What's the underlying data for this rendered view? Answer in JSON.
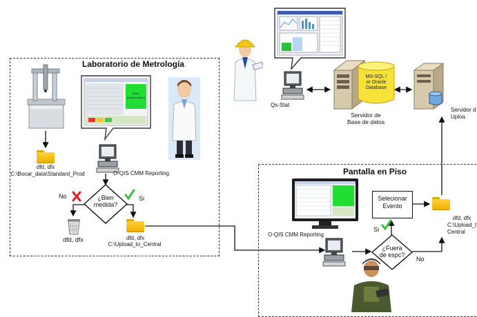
{
  "sections": {
    "lab_title": "Laboratorio de Metrología",
    "floor_title": "Pantalla en Piso"
  },
  "lab": {
    "cmm_files": "dfd, dfx",
    "cmm_path": "C:\\Bocar_data\\Standard_Prod",
    "reporting_label": "O-QIS CMM Reporting",
    "decision": "¿Bien\nmedida?",
    "no_label": "No",
    "yes_label": "Si",
    "reject_files": "dfd, dfx",
    "upload_files": "dfd, dfx",
    "upload_path": "C:\\Upload_to_Central",
    "screen_text": "Dato /\nDa'dos dato(s)"
  },
  "server": {
    "qsstat_label": "Qs-Stat",
    "db_label": "MS-SQL /\nor Oracle\nDatabase",
    "db_server_label": "Servidor de\nBase de datos",
    "upload_server_label": "Servidor d\nUploa"
  },
  "floor": {
    "reporting_label": "O-QIS CMM Reporting",
    "select_event": "Selecionar\nEvento",
    "decision": "¿Fuera\nde espc?",
    "yes_label": "Si",
    "no_label": "No",
    "upload_files": "dfd, dfx",
    "upload_path": "C:\\Upload_t\nCentral"
  },
  "icons": [
    "cmm-machine-icon",
    "folder-icon",
    "computer-icon",
    "person-icon",
    "trash-icon",
    "server-icon",
    "database-icon",
    "check-icon",
    "x-icon",
    "worker-icon",
    "engineer-icon",
    "monitor-icon"
  ]
}
